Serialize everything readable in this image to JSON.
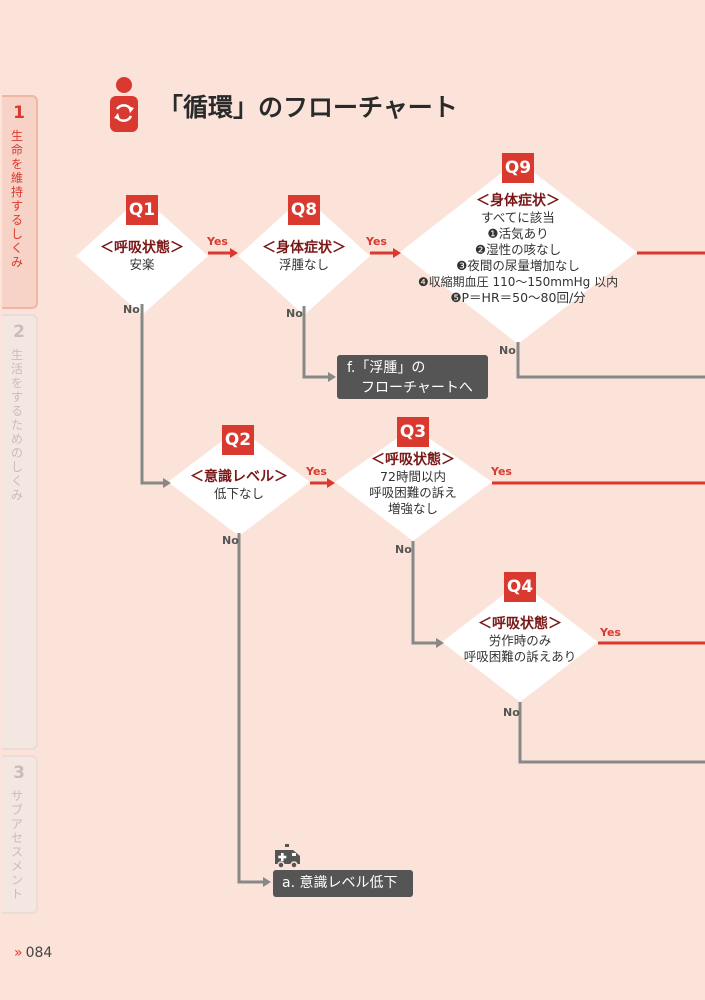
{
  "title": "「循環」のフローチャート",
  "page_number": "084",
  "side_tabs": [
    {
      "num": "1",
      "label": "生命を維持するしくみ"
    },
    {
      "num": "2",
      "label": "生活をするためのしくみ"
    },
    {
      "num": "3",
      "label": "サブアセスメント"
    }
  ],
  "nodes": {
    "q1": {
      "badge": "Q1",
      "head": "＜呼吸状態＞",
      "lines": [
        "安楽"
      ]
    },
    "q8": {
      "badge": "Q8",
      "head": "＜身体症状＞",
      "lines": [
        "浮腫なし"
      ]
    },
    "q9": {
      "badge": "Q9",
      "head": "＜身体症状＞",
      "lines": [
        "すべてに該当",
        "❶活気あり",
        "❷湿性の咳なし",
        "❸夜間の尿量増加なし",
        "❹収縮期血圧 110～150mmHg 以内",
        "❺P＝HR＝50～80回/分"
      ]
    },
    "q2": {
      "badge": "Q2",
      "head": "＜意識レベル＞",
      "lines": [
        "低下なし"
      ]
    },
    "q3": {
      "badge": "Q3",
      "head": "＜呼吸状態＞",
      "lines": [
        "72時間以内",
        "呼吸困難の訴え",
        "増強なし"
      ]
    },
    "q4": {
      "badge": "Q4",
      "head": "＜呼吸状態＞",
      "lines": [
        "労作時のみ",
        "呼吸困難の訴えあり"
      ]
    }
  },
  "labels": {
    "yes": "Yes",
    "no": "No"
  },
  "outcomes": {
    "f": {
      "line1": "f.「浮腫」の",
      "line2": "フローチャートへ"
    },
    "a": {
      "text": "a. 意識レベル低下"
    }
  },
  "colors": {
    "accent": "#d9392f",
    "connector": "#888888",
    "background": "#fbe3d9",
    "heading": "#7a1818"
  }
}
